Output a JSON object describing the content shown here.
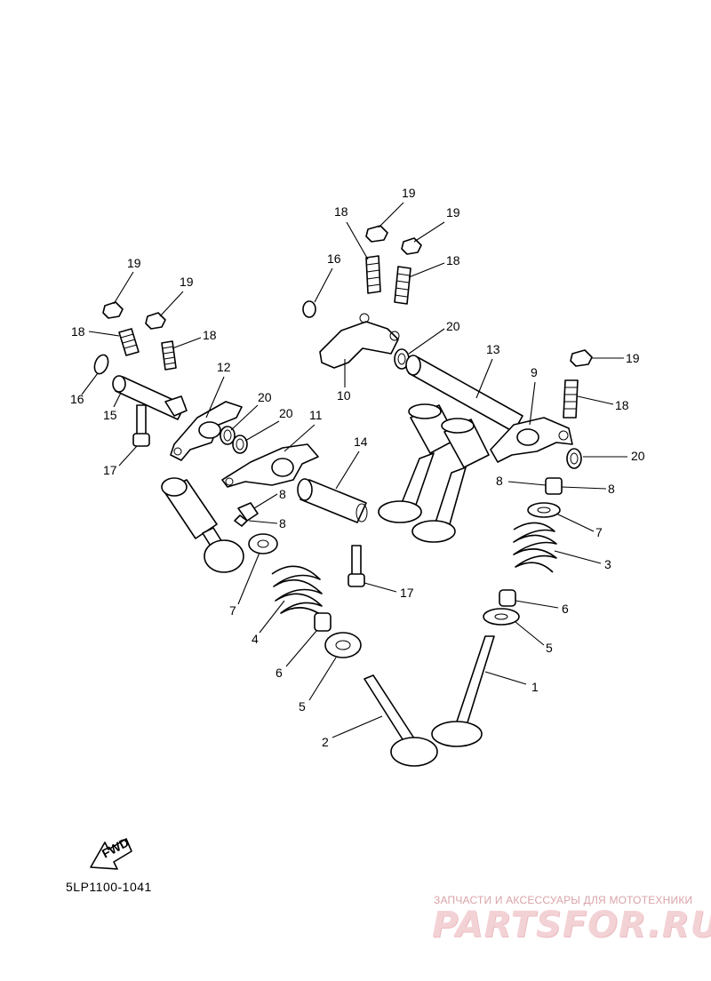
{
  "diagram_code": "5LP1100-1041",
  "fwd_label": "FWD",
  "watermark": {
    "caption": "ЗАПЧАСТИ И АКСЕССУАРЫ ДЛЯ МОТОТЕХНИКИ",
    "logo": "PARTSFOR.RU"
  },
  "callouts": [
    {
      "id": "c19a",
      "label": "19"
    },
    {
      "id": "c19b",
      "label": "19"
    },
    {
      "id": "c18a",
      "label": "18"
    },
    {
      "id": "c18b",
      "label": "18"
    },
    {
      "id": "c16a",
      "label": "16"
    },
    {
      "id": "c19c",
      "label": "19"
    },
    {
      "id": "c19d",
      "label": "19"
    },
    {
      "id": "c18c",
      "label": "18"
    },
    {
      "id": "c18d",
      "label": "18"
    },
    {
      "id": "c16b",
      "label": "16"
    },
    {
      "id": "c12",
      "label": "12"
    },
    {
      "id": "c15",
      "label": "15"
    },
    {
      "id": "c20a",
      "label": "20"
    },
    {
      "id": "c20b",
      "label": "20"
    },
    {
      "id": "c20c",
      "label": "20"
    },
    {
      "id": "c10",
      "label": "10"
    },
    {
      "id": "c13",
      "label": "13"
    },
    {
      "id": "c9",
      "label": "9"
    },
    {
      "id": "c19e",
      "label": "19"
    },
    {
      "id": "c18e",
      "label": "18"
    },
    {
      "id": "c20d",
      "label": "20"
    },
    {
      "id": "c11",
      "label": "11"
    },
    {
      "id": "c17a",
      "label": "17"
    },
    {
      "id": "c14",
      "label": "14"
    },
    {
      "id": "c8a",
      "label": "8"
    },
    {
      "id": "c8b",
      "label": "8"
    },
    {
      "id": "c8c",
      "label": "8"
    },
    {
      "id": "c8d",
      "label": "8"
    },
    {
      "id": "c7a",
      "label": "7"
    },
    {
      "id": "c7b",
      "label": "7"
    },
    {
      "id": "c3",
      "label": "3"
    },
    {
      "id": "c17b",
      "label": "17"
    },
    {
      "id": "c4",
      "label": "4"
    },
    {
      "id": "c6a",
      "label": "6"
    },
    {
      "id": "c6b",
      "label": "6"
    },
    {
      "id": "c5a",
      "label": "5"
    },
    {
      "id": "c5b",
      "label": "5"
    },
    {
      "id": "c1",
      "label": "1"
    },
    {
      "id": "c2",
      "label": "2"
    }
  ]
}
